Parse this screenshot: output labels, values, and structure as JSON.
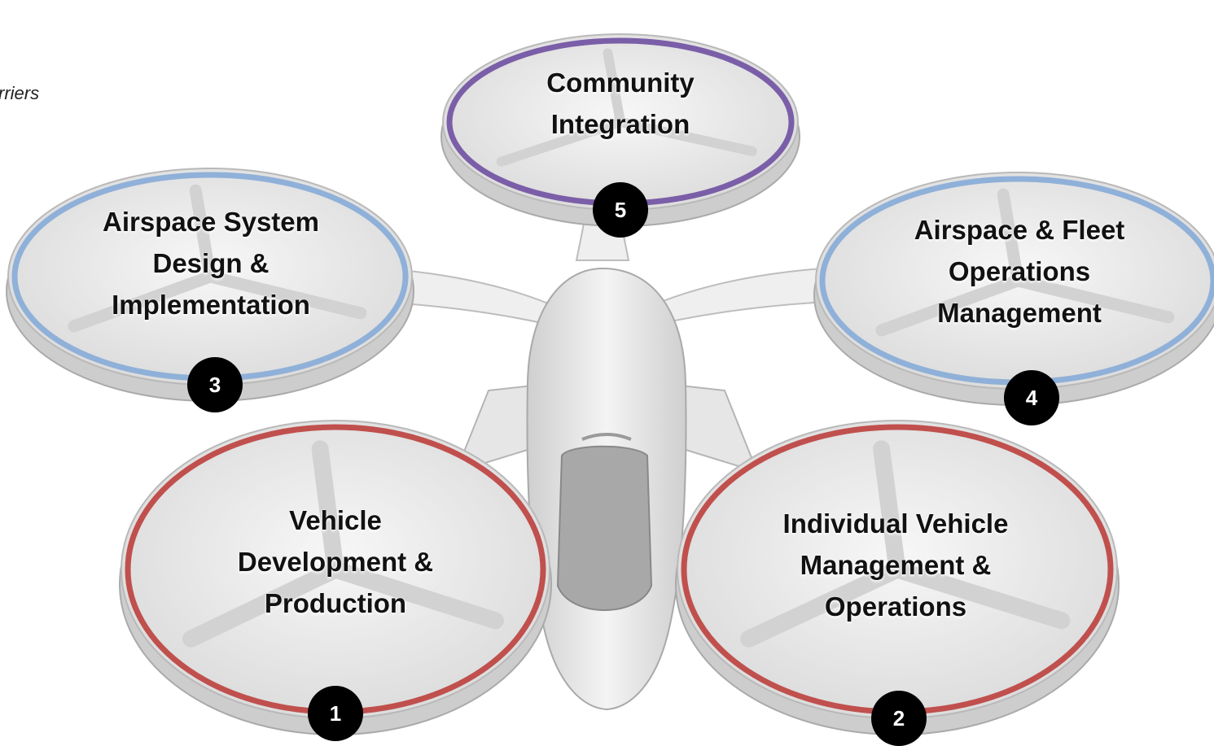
{
  "header_fragment": "rriers",
  "colors": {
    "red_ring": "#c0504d",
    "blue_ring": "#8fb0d8",
    "purple_ring": "#7b5ea8",
    "badge": "#000000"
  },
  "rotors": [
    {
      "id": 1,
      "badge": "1",
      "ring": "red",
      "lines": [
        "Vehicle",
        "Development &",
        "Production"
      ]
    },
    {
      "id": 2,
      "badge": "2",
      "ring": "red",
      "lines": [
        "Individual Vehicle",
        "Management &",
        "Operations"
      ]
    },
    {
      "id": 3,
      "badge": "3",
      "ring": "blue",
      "lines": [
        "Airspace System",
        "Design &",
        "Implementation"
      ]
    },
    {
      "id": 4,
      "badge": "4",
      "ring": "blue",
      "lines": [
        "Airspace & Fleet",
        "Operations",
        "Management"
      ]
    },
    {
      "id": 5,
      "badge": "5",
      "ring": "purple",
      "lines": [
        "Community",
        "Integration"
      ]
    }
  ]
}
